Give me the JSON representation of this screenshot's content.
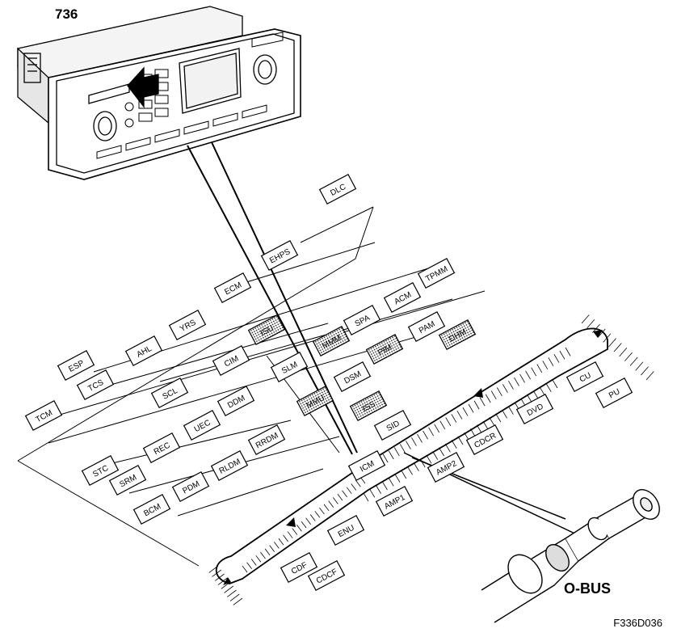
{
  "figure": {
    "reference_number": "736",
    "bus_label": "O-BUS",
    "figure_code": "F336D036"
  },
  "modules": {
    "dlc": "DLC",
    "ehps": "EHPS",
    "ecm": "ECM",
    "yrs": "YRS",
    "ahl": "AHL",
    "esp": "ESP",
    "tcs": "TCS",
    "tcm": "TCM",
    "isu": "ISU",
    "cim": "CIM",
    "scl": "SCL",
    "slm": "SLM",
    "mmm": "MMM",
    "dsm": "DSM",
    "spa": "SPA",
    "acm": "ACM",
    "tpmm": "TPMM",
    "pam": "PAM",
    "pim": "PIM",
    "dhm": "DHM",
    "mmu": "MMU",
    "iss": "ISS",
    "ddm": "DDM",
    "uec": "UEC",
    "rec": "REC",
    "stc": "STC",
    "srm": "SRM",
    "pdm": "PDM",
    "rldm": "RLDM",
    "rrdm": "RRDM",
    "bcm": "BCM",
    "sid": "SID",
    "icm": "ICM",
    "amp2": "AMP2",
    "amp1": "AMP1",
    "cdcr": "CDCR",
    "dvd": "DVD",
    "cu": "CU",
    "pu": "PU",
    "enu": "ENU",
    "cdf": "CDF",
    "cdcf": "CDCF"
  }
}
